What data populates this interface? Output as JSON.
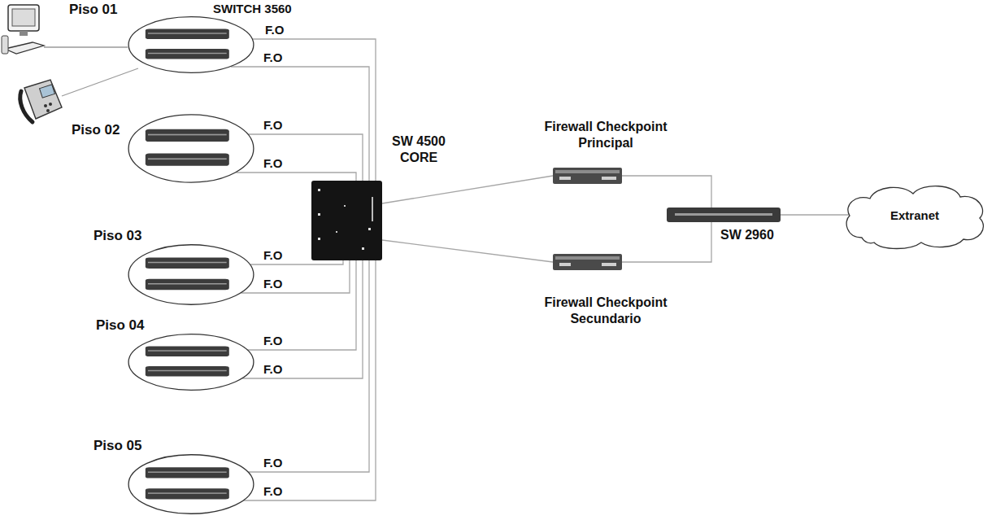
{
  "diagram": {
    "nodes": [
      {
        "text": [
          "Piso 01"
        ]
      },
      {
        "text": [
          "Piso 02"
        ]
      },
      {
        "text": [
          "Piso 03"
        ]
      },
      {
        "text": [
          "Piso 04"
        ]
      },
      {
        "text": [
          "Piso 05"
        ]
      },
      {
        "text": [
          "SW 4500 CORE"
        ]
      },
      {
        "text": [
          "Firewall Checkpoint Principal"
        ]
      },
      {
        "text": [
          "Firewall Checkpoint Secundario"
        ]
      },
      {
        "text": [
          "SW 2960"
        ]
      },
      {
        "text": [
          "Extranet"
        ]
      }
    ],
    "edges": [
      {
        "from": 0,
        "to": 5,
        "arrow": "none",
        "label": "F.O"
      },
      {
        "from": 0,
        "to": 5,
        "arrow": "none",
        "label": "F.O"
      },
      {
        "from": 1,
        "to": 5,
        "arrow": "none",
        "label": "F.O"
      },
      {
        "from": 1,
        "to": 5,
        "arrow": "none",
        "label": "F.O"
      },
      {
        "from": 2,
        "to": 5,
        "arrow": "none",
        "label": "F.O"
      },
      {
        "from": 2,
        "to": 5,
        "arrow": "none",
        "label": "F.O"
      },
      {
        "from": 3,
        "to": 5,
        "arrow": "none",
        "label": "F.O"
      },
      {
        "from": 3,
        "to": 5,
        "arrow": "none",
        "label": "F.O"
      },
      {
        "from": 4,
        "to": 5,
        "arrow": "none",
        "label": "F.O"
      },
      {
        "from": 4,
        "to": 5,
        "arrow": "none",
        "label": "F.O"
      },
      {
        "from": 5,
        "to": 6,
        "arrow": "none"
      },
      {
        "from": 5,
        "to": 7,
        "arrow": "none"
      },
      {
        "from": 6,
        "to": 8,
        "arrow": "none"
      },
      {
        "from": 7,
        "to": 8,
        "arrow": "none"
      },
      {
        "from": 8,
        "to": 9,
        "arrow": "none"
      }
    ],
    "labels": [
      "SWITCH 3560"
    ]
  }
}
